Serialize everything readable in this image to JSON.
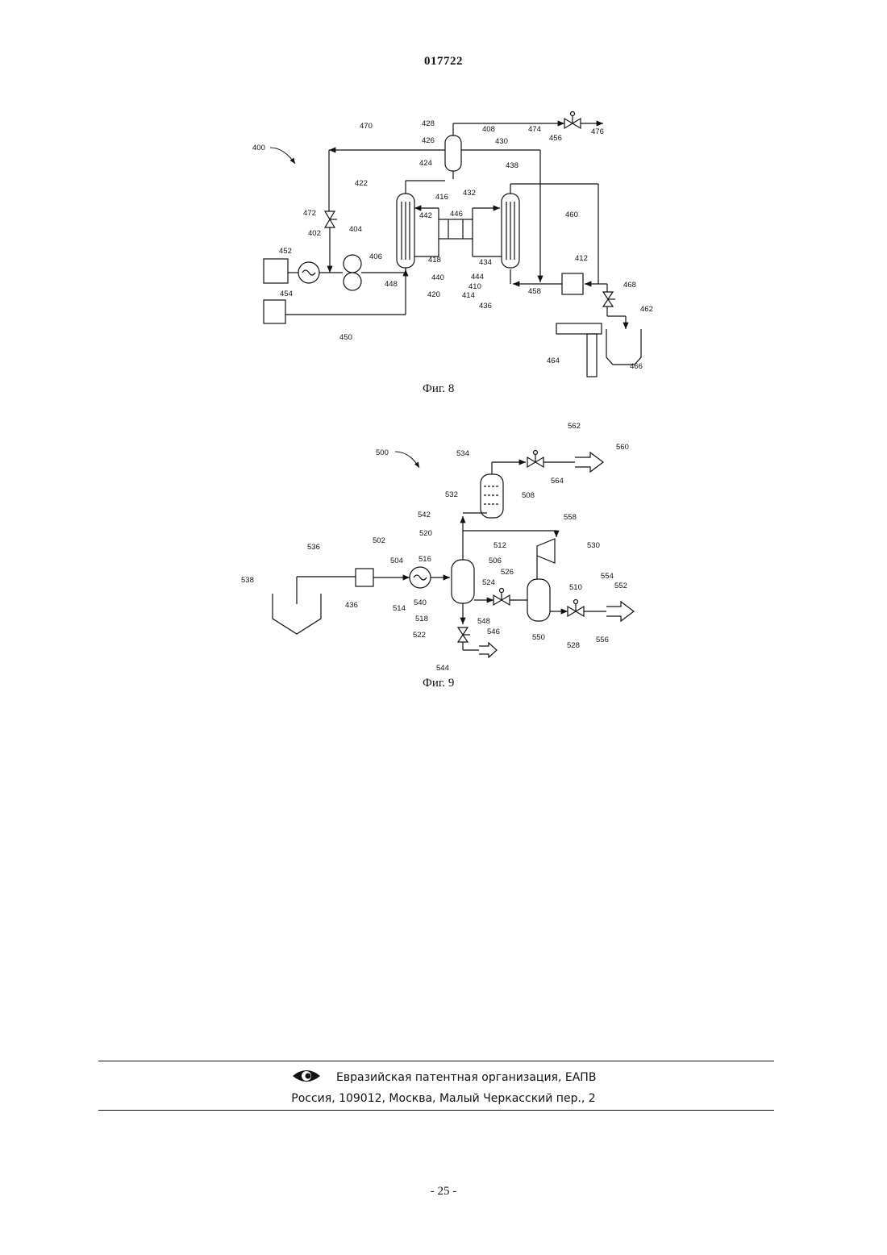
{
  "header": {
    "doc_number": "017722"
  },
  "figure8": {
    "caption": "Фиг. 8",
    "labels": [
      "400",
      "470",
      "428",
      "426",
      "408",
      "474",
      "476",
      "456",
      "430",
      "424",
      "438",
      "422",
      "416",
      "432",
      "472",
      "442",
      "446",
      "460",
      "402",
      "404",
      "452",
      "406",
      "418",
      "434",
      "412",
      "448",
      "440",
      "444",
      "410",
      "468",
      "454",
      "420",
      "414",
      "458",
      "436",
      "462",
      "450",
      "464",
      "466"
    ]
  },
  "figure9": {
    "caption": "Фиг. 9",
    "labels": [
      "562",
      "500",
      "534",
      "560",
      "564",
      "532",
      "508",
      "542",
      "558",
      "520",
      "512",
      "530",
      "536",
      "502",
      "504",
      "516",
      "506",
      "538",
      "526",
      "554",
      "524",
      "510",
      "552",
      "514",
      "540",
      "436",
      "518",
      "548",
      "522",
      "546",
      "550",
      "528",
      "556",
      "544"
    ]
  },
  "footer": {
    "org": "Евразийская патентная организация, ЕАПВ",
    "address": "Россия, 109012, Москва, Малый Черкасский пер., 2"
  },
  "page_number": "- 25 -"
}
